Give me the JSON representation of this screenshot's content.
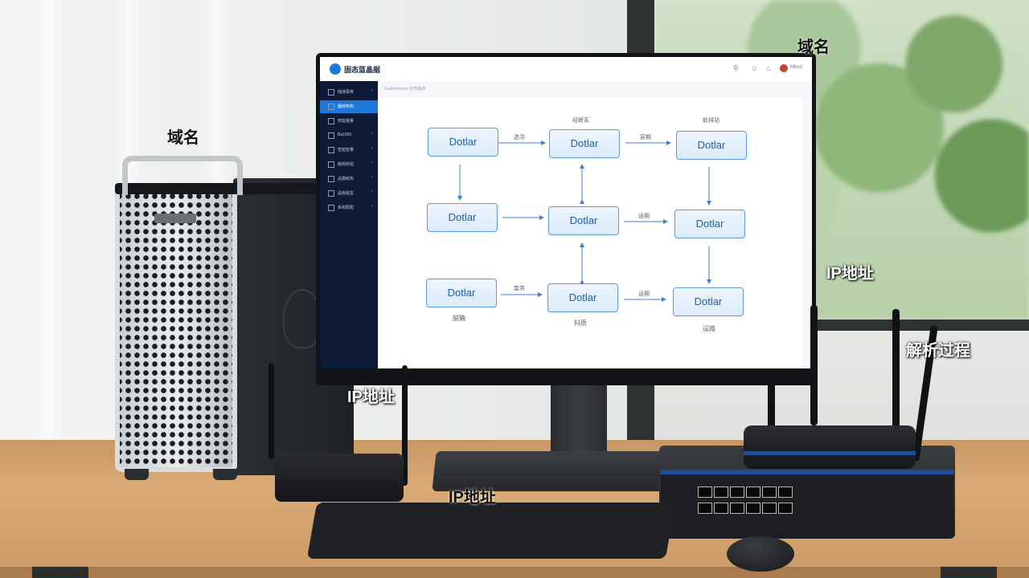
{
  "overlays": {
    "top_right_domain": "域名",
    "left_domain": "域名",
    "ip_right": "IP地址",
    "resolve": "解析过程",
    "ip_center": "IP地址",
    "ip_bottom": "IP地址"
  },
  "screen": {
    "app_title": "固态蓝晶据",
    "user_name": "Mbvd",
    "breadcrumb": "Jsubbeeutsor  创然输通",
    "nav": [
      {
        "label": "储通录筹",
        "active": false
      },
      {
        "label": "器结构构",
        "active": true
      },
      {
        "label": "修能装量",
        "active": false
      },
      {
        "label": "Ba1000",
        "active": false
      },
      {
        "label": "智能智量",
        "active": false
      },
      {
        "label": "路规结组",
        "active": false
      },
      {
        "label": "品模结构",
        "active": false
      },
      {
        "label": "品级属型",
        "active": false
      },
      {
        "label": "系统配配",
        "active": false
      }
    ],
    "flow": {
      "box_text": "Dotlar",
      "col_headers": [
        "经断系",
        "新排站"
      ],
      "edge_labels": [
        "选寻",
        "容期",
        "运期",
        "套务",
        "运期"
      ],
      "captions": [
        "腻确",
        "科质",
        "设路"
      ]
    }
  },
  "colors": {
    "accent": "#1e78d7",
    "sidebar": "#0d1b38",
    "box_border": "#5b9ae0"
  }
}
